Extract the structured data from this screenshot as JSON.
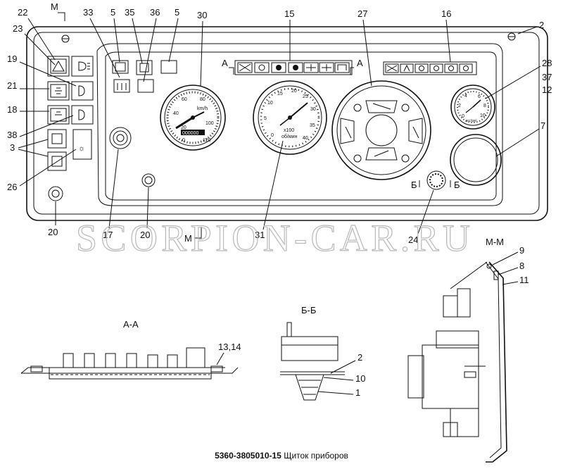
{
  "caption": {
    "code": "5360-3805010-15",
    "title": "Щиток приборов"
  },
  "watermark": "SCORPION-CAR.RU",
  "section_labels": {
    "aa_title": "А-А",
    "bb_title": "Б-Б",
    "mm_title": "М-М",
    "a": "А",
    "b": "Б",
    "m": "М"
  },
  "callouts": [
    "22",
    "23",
    "19",
    "21",
    "18",
    "38",
    "3",
    "26",
    "20",
    "33",
    "5",
    "35",
    "36",
    "30",
    "15",
    "27",
    "16",
    "2",
    "28",
    "37",
    "12",
    "7",
    "17",
    "31",
    "24",
    "13,14",
    "10",
    "1",
    "9",
    "8",
    "11"
  ],
  "gauges": {
    "speedometer": {
      "unit": "km/h",
      "ticks": [
        "20",
        "40",
        "60",
        "80",
        "100",
        "120",
        "0"
      ],
      "odometer": "000000"
    },
    "tachometer": {
      "unit": "об/мин",
      "multiplier": "x100",
      "ticks": [
        "0",
        "5",
        "10",
        "15",
        "20",
        "25",
        "30",
        "35",
        "40"
      ]
    },
    "pressure": {
      "unit": "кгс/см²",
      "ticks": [
        "0",
        "2",
        "4",
        "6",
        "8",
        "10"
      ]
    }
  }
}
